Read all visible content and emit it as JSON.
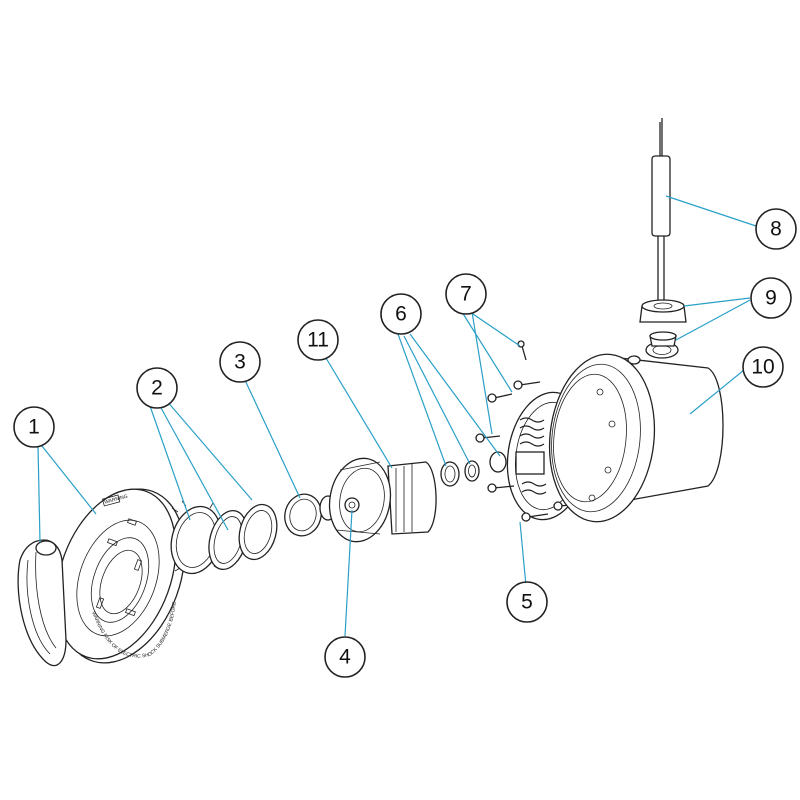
{
  "callouts": [
    {
      "id": "1",
      "label": "1"
    },
    {
      "id": "2",
      "label": "2"
    },
    {
      "id": "3",
      "label": "3"
    },
    {
      "id": "4",
      "label": "4"
    },
    {
      "id": "5",
      "label": "5"
    },
    {
      "id": "6",
      "label": "6"
    },
    {
      "id": "7",
      "label": "7"
    },
    {
      "id": "8",
      "label": "8"
    },
    {
      "id": "9",
      "label": "9"
    },
    {
      "id": "10",
      "label": "10"
    },
    {
      "id": "11",
      "label": "11"
    }
  ],
  "engraving": {
    "face_ring_text": "WARNING RISK OF ELECTRIC SHOCK SUBMERGE BEFORE USING",
    "face_badge_text": "WARNING"
  },
  "colors": {
    "line": "#222222",
    "leader": "#2aa0c8",
    "background": "#ffffff"
  }
}
